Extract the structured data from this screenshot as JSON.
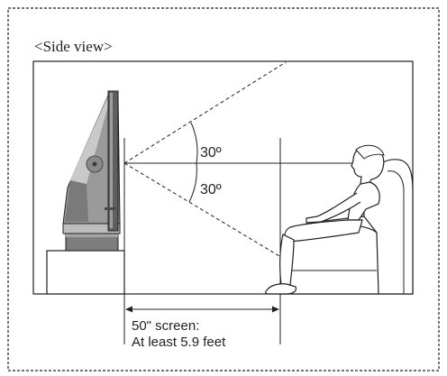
{
  "title": "<Side view>",
  "angle_labels": {
    "upper": "30º",
    "lower": "30º"
  },
  "distance_note": {
    "line1": "50\" screen:",
    "line2": "At least 5.9 feet"
  },
  "colors": {
    "line": "#231f20",
    "tv_body": "#8d8d8d",
    "tv_dark": "#5a5a5a",
    "tv_light": "#c4c4c4",
    "chair": "#ffffff"
  },
  "icons": {
    "tv": "projection-tv-icon",
    "viewer": "seated-viewer-icon",
    "stand": "tv-stand-icon"
  }
}
